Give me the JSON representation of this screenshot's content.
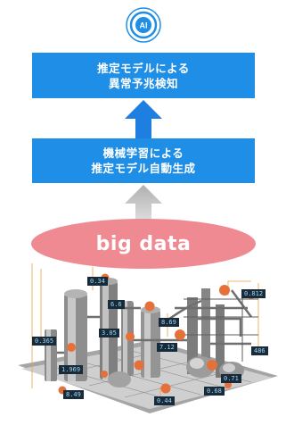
{
  "ai_icon": {
    "name": "ai-circle-icon",
    "label": "AI",
    "color": "#1f8ee6"
  },
  "box_top": {
    "line1": "推定モデルによる",
    "line2": "異常予兆検知",
    "color": "#1f8ee6"
  },
  "box_mid": {
    "line1": "機械学習による",
    "line2": "推定モデル自動生成",
    "color": "#1f8ee6"
  },
  "arrow_blue": {
    "name": "up-arrow-icon",
    "color": "#1f7fe0"
  },
  "arrow_gray": {
    "name": "up-arrow-icon",
    "color": "#a8a8a8"
  },
  "big_data": {
    "label": "big data",
    "color": "#ef8a93"
  },
  "sensor_values": [
    "0.34",
    "0.812",
    "3.05",
    "0.365",
    "1.969",
    "7.12",
    "8.69",
    "8.49",
    "0.44",
    "0.68",
    "0.71",
    "486",
    "6.6"
  ]
}
